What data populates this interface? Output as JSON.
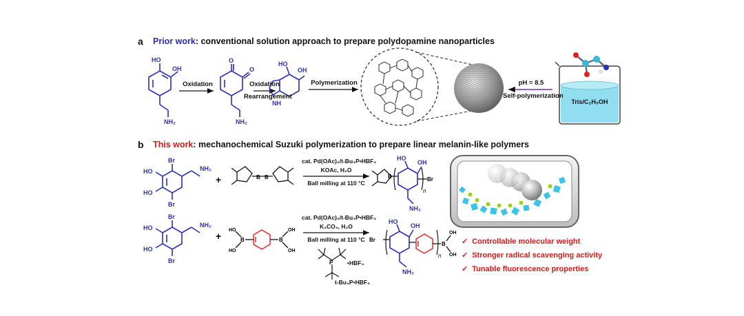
{
  "panel_a": {
    "letter": "a",
    "heading_highlight": "Prior work",
    "heading_rest": ": conventional solution approach to prepare polydopamine nanoparticles",
    "step_oxidation": "Oxidation",
    "step_oxidation2": "Oxidation",
    "step_rearrangement": "Rearrangement",
    "step_polymerization": "Polymerization",
    "ph": "pH = 8.5",
    "self_polymerization": "Self-polymerization",
    "solvent": "Tris/C₂H₅OH"
  },
  "panel_b": {
    "letter": "b",
    "heading_highlight": "This work",
    "heading_rest": ": mechanochemical Suzuki polymerization to prepare linear melanin-like polymers",
    "reaction1": {
      "catalyst": "cat. Pd(OAc)₂/t-Bu₃P•HBF₄",
      "base": "KOAc, H₂O",
      "conditions": "Ball milling at 110 °C"
    },
    "reaction2": {
      "catalyst": "cat. Pd(OAc)₂/t-Bu₃P•HBF₄",
      "base": "K₂CO₃, H₂O",
      "conditions": "Ball milling at 110 °C"
    },
    "ligand_label": "t-Bu₃P•HBF₄",
    "ligand_salt": "•HBF₄",
    "features": [
      "Controllable molecular weight",
      "Stronger radical scavenging activity",
      "Tunable fluorescence properties"
    ],
    "check_mark": "✓"
  },
  "atoms": {
    "ho": "HO",
    "oh": "OH",
    "o": "O",
    "nh2": "NH₂",
    "nh": "NH",
    "br": "Br",
    "b": "B",
    "n": "n",
    "plus": "+"
  },
  "colors": {
    "molecule_blue": "#2b2fb5",
    "accent_red": "#d11a1a",
    "boronic_red": "#e23b3b",
    "liquid_cyan": "#7fd8ee",
    "ball_grey": "#9a9a9a",
    "crystal_cyan": "#3cc3e6",
    "crystal_green": "#9acd32"
  }
}
